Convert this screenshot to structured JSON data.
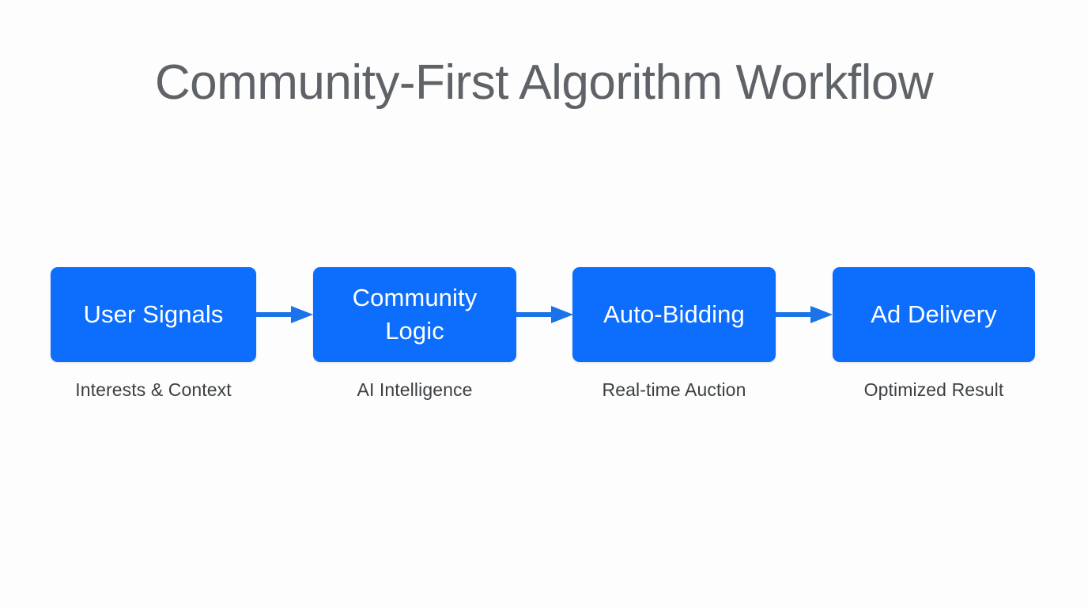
{
  "slide": {
    "title": "Community-First Algorithm Workflow",
    "background_color": "#fdfdfd",
    "title_color": "#5f6368",
    "box_color": "#0d6efd",
    "box_text_color": "#ffffff",
    "caption_color": "#3c4043",
    "arrow_color": "#1a73e8"
  },
  "diagram_data": {
    "type": "flowchart",
    "orientation": "horizontal",
    "node_count": 4,
    "connector": "arrow",
    "nodes": [
      {
        "label": "User Signals",
        "label_lines": [
          "User Signals"
        ],
        "caption": "Interests & Context"
      },
      {
        "label": "Community Logic",
        "label_lines": [
          "Community",
          "Logic"
        ],
        "caption": "AI Intelligence"
      },
      {
        "label": "Auto-Bidding",
        "label_lines": [
          "Auto-Bidding"
        ],
        "caption": "Real-time Auction"
      },
      {
        "label": "Ad Delivery",
        "label_lines": [
          "Ad Delivery"
        ],
        "caption": "Optimized Result"
      }
    ],
    "edges": [
      {
        "from": "User Signals",
        "to": "Community Logic"
      },
      {
        "from": "Community Logic",
        "to": "Auto-Bidding"
      },
      {
        "from": "Auto-Bidding",
        "to": "Ad Delivery"
      }
    ]
  }
}
